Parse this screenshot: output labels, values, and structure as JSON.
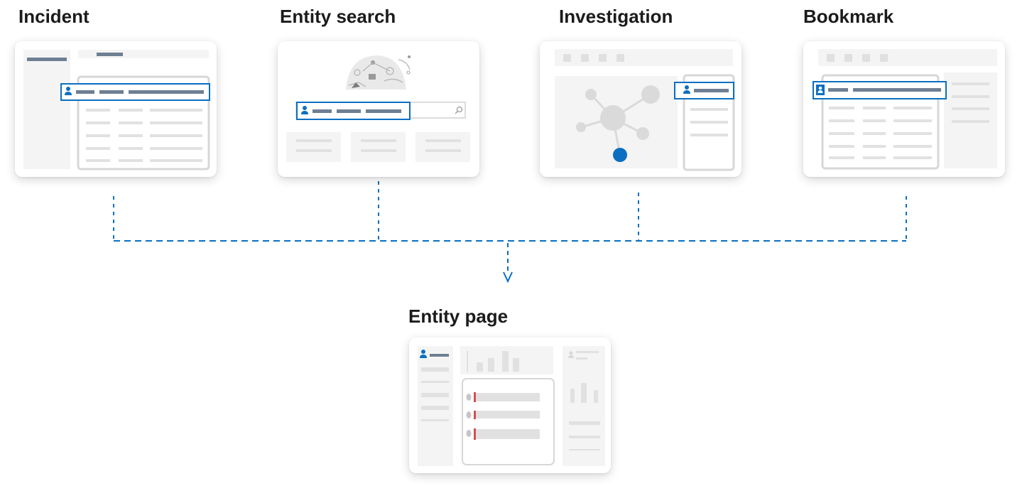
{
  "sources": [
    {
      "id": "incident",
      "title": "Incident"
    },
    {
      "id": "entity-search",
      "title": "Entity search"
    },
    {
      "id": "investigation",
      "title": "Investigation"
    },
    {
      "id": "bookmark",
      "title": "Bookmark"
    }
  ],
  "target": {
    "id": "entity-page",
    "title": "Entity page"
  },
  "colors": {
    "accent": "#0a6fc2",
    "bar": "#6e7f93",
    "placeholder": "#e6e6e6",
    "panel": "#f4f4f4",
    "highlight": "#d05050"
  }
}
